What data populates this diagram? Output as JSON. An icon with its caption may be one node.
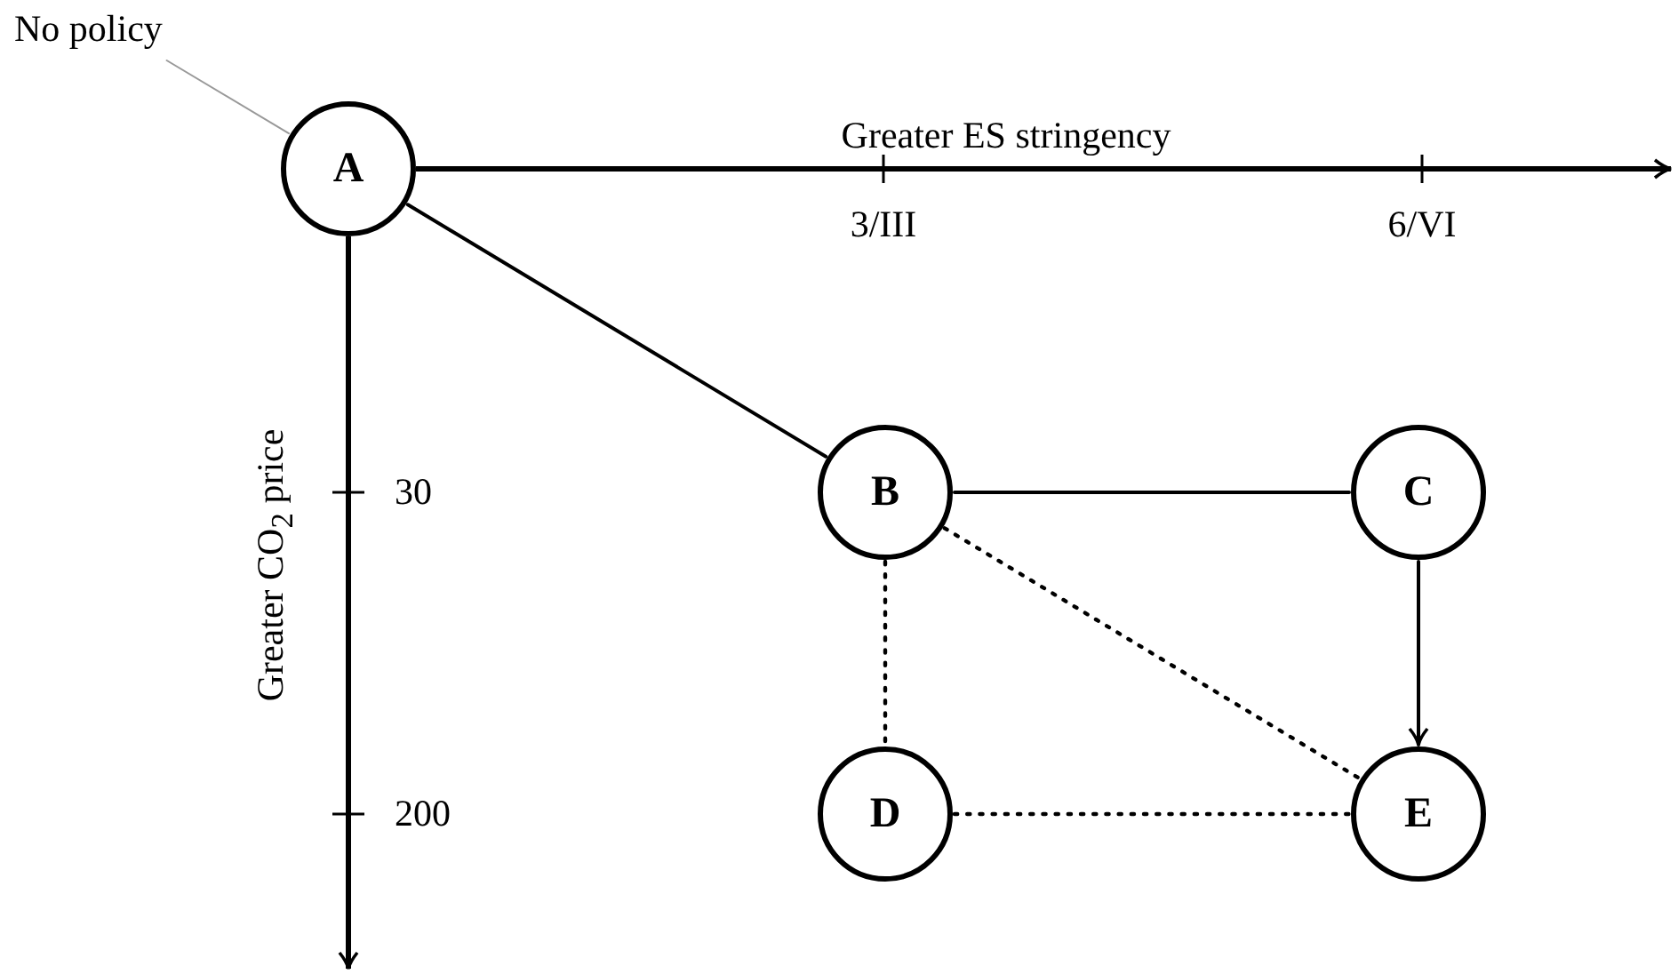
{
  "diagram": {
    "nodes": [
      {
        "text": [
          "No policy"
        ]
      },
      {
        "text": [
          "A"
        ]
      },
      {
        "text": [
          "B"
        ]
      },
      {
        "text": [
          "C"
        ]
      },
      {
        "text": [
          "D"
        ]
      },
      {
        "text": [
          "E"
        ]
      }
    ],
    "edges": [
      {
        "from": 0,
        "to": 1,
        "arrow": "none",
        "color": "#999999"
      },
      {
        "from": 1,
        "to": 2,
        "arrow": "none"
      },
      {
        "from": 2,
        "to": 3,
        "arrow": "none"
      },
      {
        "from": 3,
        "to": 5,
        "arrow": "to"
      },
      {
        "from": 2,
        "to": 4,
        "arrow": "none",
        "style": "dashed"
      },
      {
        "from": 2,
        "to": 5,
        "arrow": "none",
        "style": "dashed"
      },
      {
        "from": 4,
        "to": 5,
        "arrow": "none",
        "style": "dashed"
      }
    ],
    "labels": [
      "Greater ES stringency",
      "3/III",
      "6/VI",
      "Greater CO$_{2}$ price",
      "30",
      "200"
    ]
  }
}
